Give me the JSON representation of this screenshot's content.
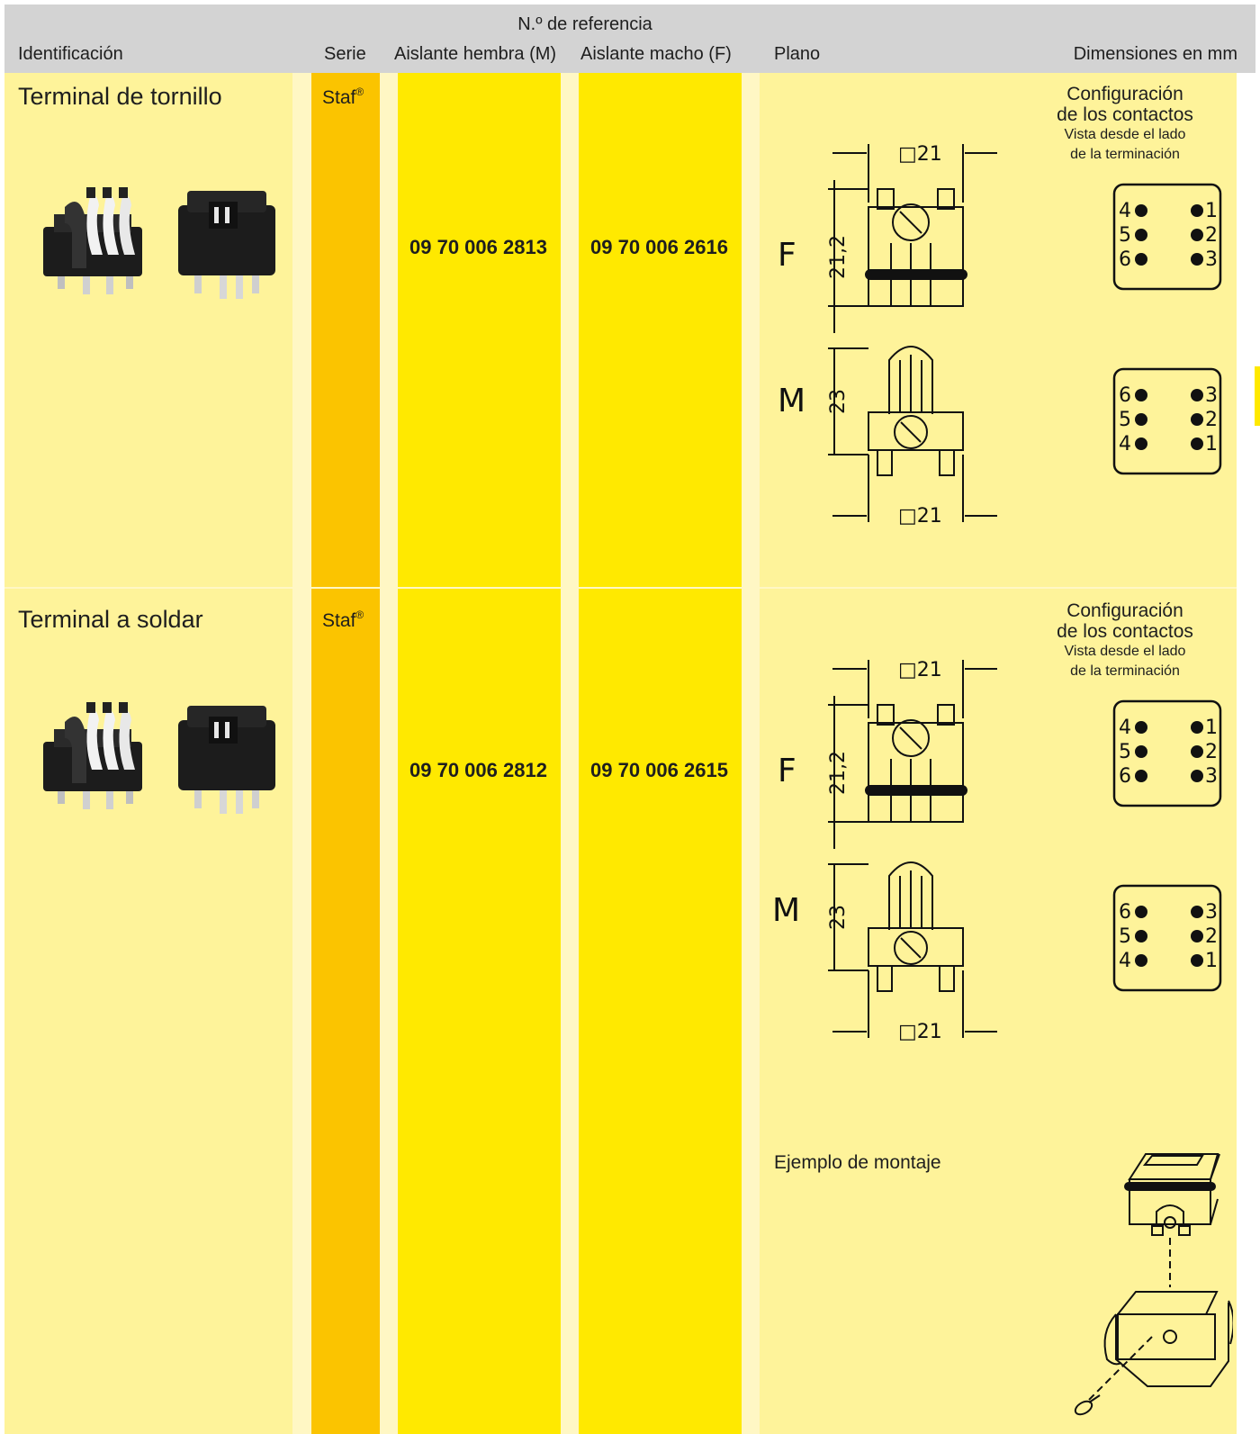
{
  "header": {
    "reference_group": "N.º de referencia",
    "col_identificacion": "Identificación",
    "col_serie": "Serie",
    "col_hembra": "Aislante hembra (M)",
    "col_macho": "Aislante macho (F)",
    "col_plano": "Plano",
    "col_dimensiones": "Dimensiones en mm"
  },
  "rows": [
    {
      "title": "Terminal de tornillo",
      "serie": "Staf",
      "serie_mark": "®",
      "hembra_ref": "09 70 006 2813",
      "macho_ref": "09 70 006 2616",
      "config_title_1": "Configuración",
      "config_title_2": "de los contactos",
      "config_sub_1": "Vista desde el lado",
      "config_sub_2": "de la terminación"
    },
    {
      "title": "Terminal a soldar",
      "serie": "Staf",
      "serie_mark": "®",
      "hembra_ref": "09 70 006 2812",
      "macho_ref": "09 70 006 2615",
      "config_title_1": "Configuración",
      "config_title_2": "de los contactos",
      "config_sub_1": "Vista desde el lado",
      "config_sub_2": "de la terminación",
      "mounting_example": "Ejemplo de montaje"
    }
  ],
  "drawing": {
    "label_f": "F",
    "label_m": "M",
    "dim_square": "□21",
    "dim_height_f": "21,2",
    "dim_height_m": "23",
    "pins_f": [
      "4",
      "5",
      "6",
      "1",
      "2",
      "3"
    ],
    "pins_m": [
      "6",
      "5",
      "4",
      "3",
      "2",
      "1"
    ]
  },
  "colors": {
    "header_grey": "#d3d3d3",
    "pale_yellow": "#fef39a",
    "orange": "#fbc400",
    "yellow": "#ffe900"
  }
}
